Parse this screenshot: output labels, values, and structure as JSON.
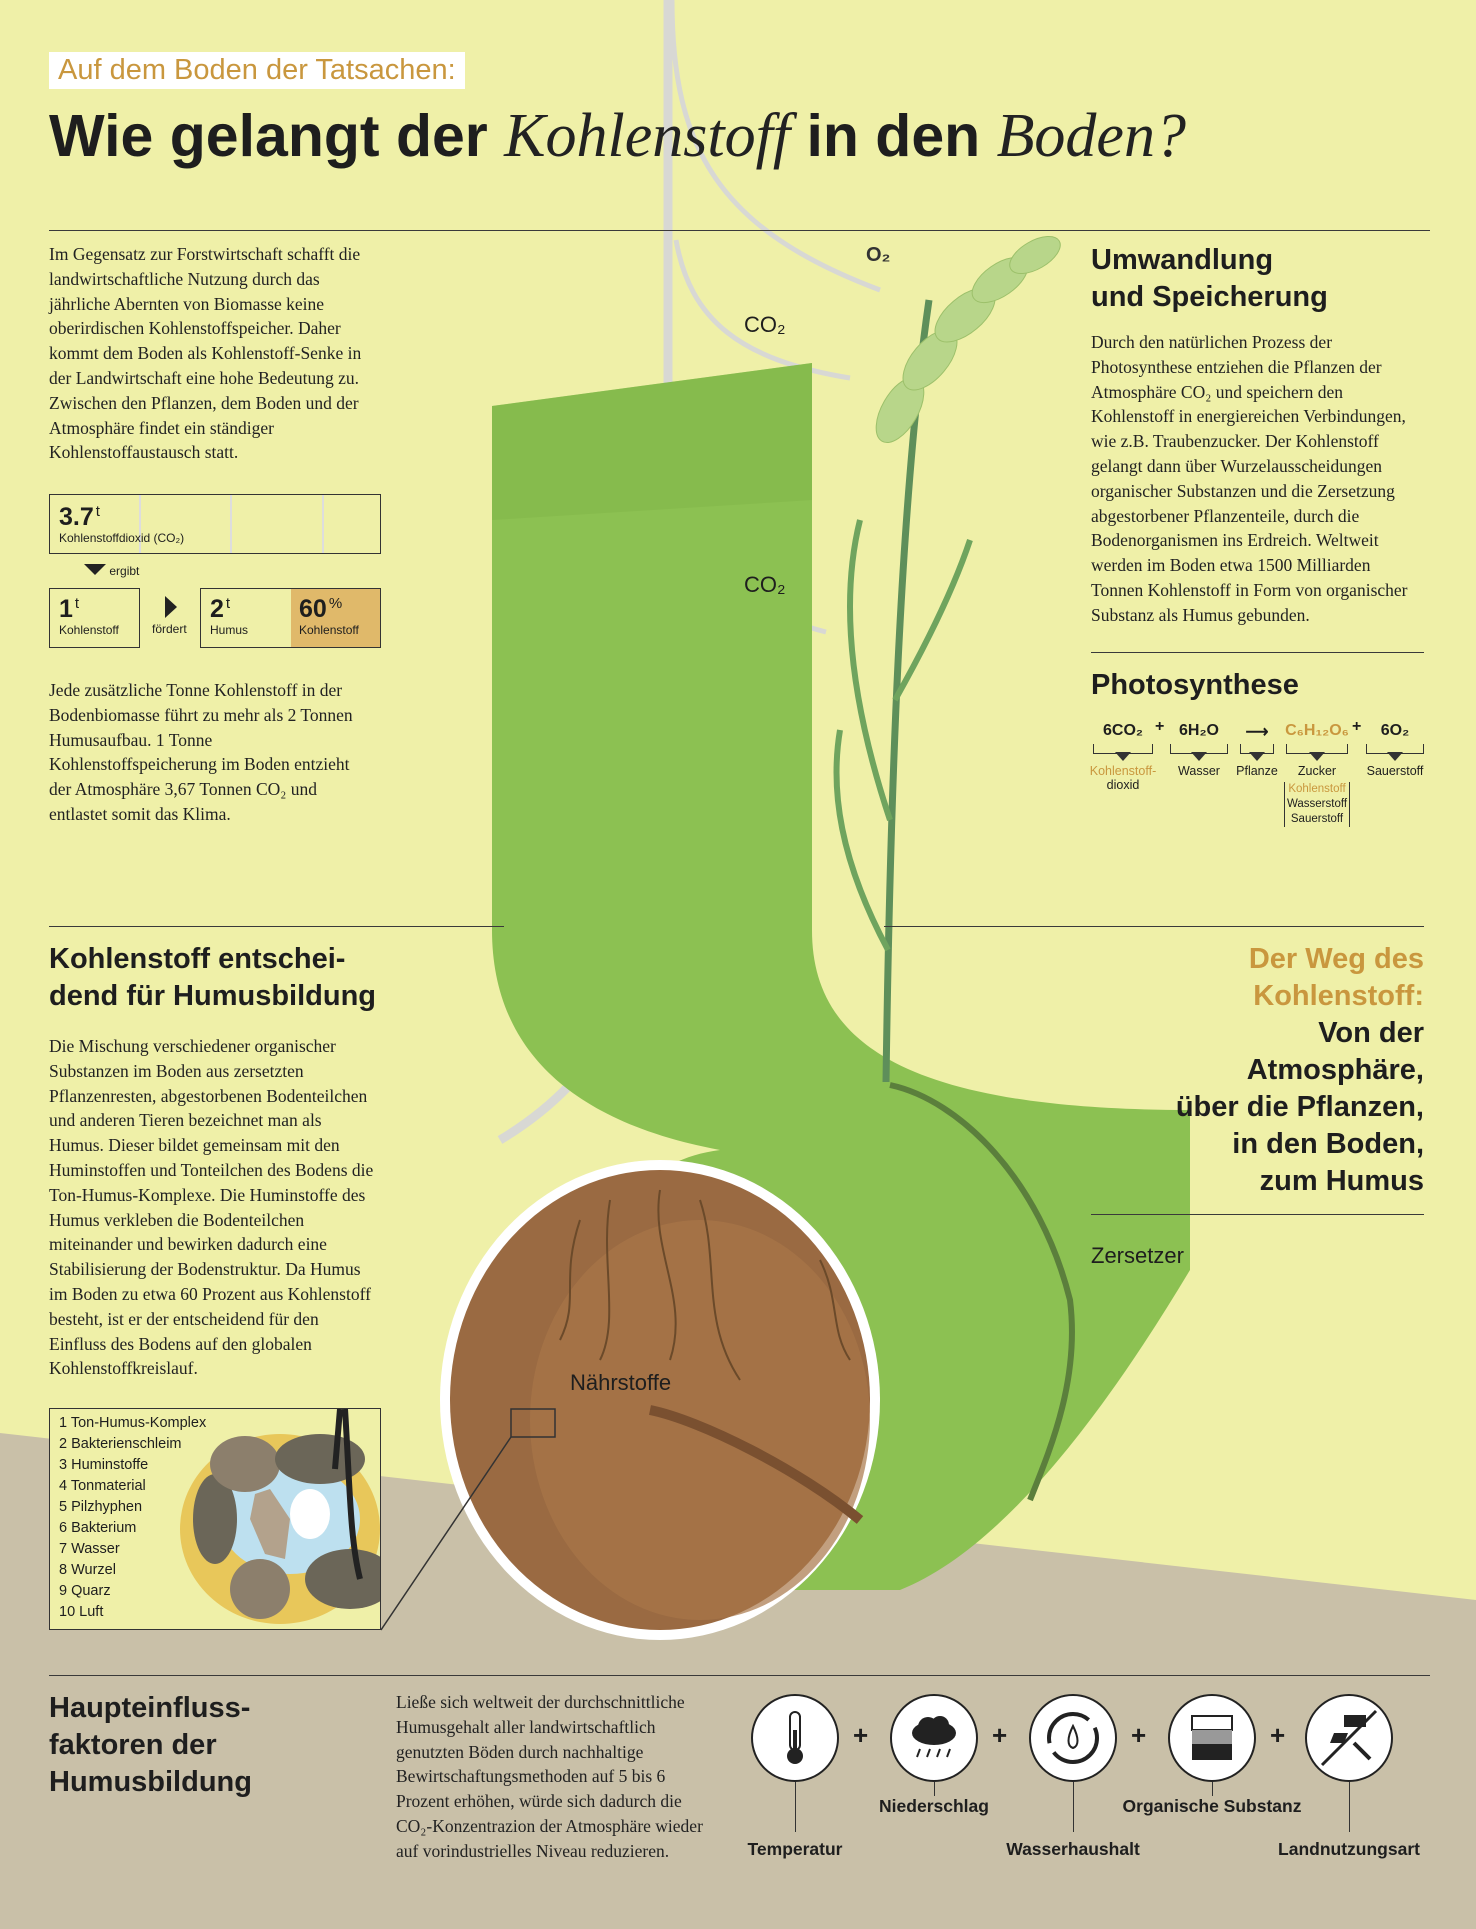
{
  "header": {
    "kicker": "Auf dem Boden der Tatsachen:",
    "title_a": "Wie gelangt der ",
    "title_b": "Kohlenstoff",
    "title_c": " in den ",
    "title_d": "Boden?"
  },
  "intro": "Im Gegensatz zur Forstwirtschaft schafft die landwirtschaftliche Nutzung durch das jährliche Abernten von Biomasse keine oberirdischen Kohlenstoffspeicher. Daher kommt dem Boden als Kohlenstoff-Senke in der Landwirtschaft eine hohe Bedeutung zu. Zwischen den Pflanzen, dem Boden und der Atmosphäre findet ein ständiger Kohlenstoffaustausch statt.",
  "stats": {
    "co2_value": "3.7",
    "co2_unit": "t",
    "co2_label": "Kohlenstoffdioxid (CO₂)",
    "ergibt": "ergibt",
    "c_value": "1",
    "c_unit": "t",
    "c_label": "Kohlenstoff",
    "foerdert": "fördert",
    "humus_value": "2",
    "humus_unit": "t",
    "humus_label": "Humus",
    "pct_value": "60",
    "pct_unit": "%",
    "pct_label": "Kohlenstoff"
  },
  "stats_text": "Jede zusätzliche Tonne Kohlenstoff in der Bodenbiomasse führt zu mehr als 2 Tonnen Humusaufbau. 1 Tonne Kohlenstoffspeicherung im Boden entzieht der Atmosphäre 3,67 Tonnen CO₂ und entlastet somit das Klima.",
  "umwandlung": {
    "title_1": "Umwandlung",
    "title_2": "und Speicherung",
    "text": "Durch den natürlichen Prozess der Photosynthese entziehen die Pflanzen der Atmosphäre CO₂ und speichern den Kohlenstoff in energiereichen Verbindungen, wie z.B. Traubenzucker. Der Kohlenstoff gelangt dann über Wurzelausscheidungen organischer Substanzen und die Zersetzung abgestorbener Pflanzenteile, durch die Bodenorganismen ins Erdreich. Weltweit werden im Boden etwa 1500 Milliarden Tonnen Kohlenstoff in Form von organischer Substanz als Humus gebunden."
  },
  "photosynthese": {
    "title": "Photosynthese",
    "terms": [
      {
        "formula": "6CO₂",
        "label_1": "Kohlenstoff-",
        "label_2": "dioxid"
      },
      {
        "formula": "6H₂O",
        "label_1": "Wasser"
      },
      {
        "formula": "⟶",
        "label_1": "Pflanze"
      },
      {
        "formula": "C₆H₁₂O₆",
        "label_1": "Zucker"
      },
      {
        "formula": "6O₂",
        "label_1": "Sauerstoff"
      }
    ],
    "plus": "+",
    "components": [
      "Kohlenstoff",
      "Wasserstoff",
      "Sauerstoff"
    ]
  },
  "illustration": {
    "o2": "O₂",
    "co2_a": "CO₂",
    "co2_b": "CO₂",
    "naehrstoffe": "Nährstoffe",
    "zersetzer": "Zersetzer"
  },
  "humus": {
    "title_1": "Kohlenstoff entschei-",
    "title_2": "dend für Humusbildung",
    "text": "Die Mischung verschiedener organischer Substanzen im Boden aus zersetzten Pflanzenresten, abgestorbenen Bodenteilchen und anderen Tieren bezeichnet man als Humus. Dieser bildet gemeinsam mit den Huminstoffen und Tonteilchen des Bodens die Ton-Humus-Komplexe. Die Huminstoffe des Humus verkleben die Bodenteilchen miteinander und bewirken dadurch eine Stabilisierung der Bodenstruktur. Da Humus im Boden zu etwa 60 Prozent aus Kohlenstoff besteht, ist er der entscheidend für den Einfluss des Bodens auf den globalen Kohlenstoffkreislauf."
  },
  "weg": {
    "line_1": "Der Weg des",
    "line_2": "Kohlenstoff:",
    "line_3": "Von der",
    "line_4": "Atmosphäre,",
    "line_5": "über die Pflanzen,",
    "line_6": "in den Boden,",
    "line_7": "zum Humus"
  },
  "legend": [
    "1  Ton-Humus-Komplex",
    "2  Bakterienschleim",
    "3  Huminstoffe",
    "4  Tonmaterial",
    "5  Pilzhyphen",
    "6  Bakterium",
    "7  Wasser",
    "8  Wurzel",
    "9  Quarz",
    "10 Luft"
  ],
  "factors": {
    "title_1": "Haupteinfluss-",
    "title_2": "faktoren der",
    "title_3": "Humusbildung",
    "text": "Ließe sich weltweit der durchschnittliche Humusgehalt aller landwirtschaftlich genutzten Böden durch nachhaltige Bewirtschaftungsmethoden auf 5 bis 6 Prozent erhöhen, würde sich dadurch die CO₂-Konzentrazion der Atmosphäre wieder auf vorindustrielles Niveau reduzieren.",
    "plus": "+",
    "items": [
      {
        "label": "Temperatur",
        "icon": "thermometer-icon"
      },
      {
        "label": "Niederschlag",
        "icon": "rain-cloud-icon"
      },
      {
        "label": "Wasserhaushalt",
        "icon": "water-cycle-icon"
      },
      {
        "label": "Organische Substanz",
        "icon": "soil-layers-icon"
      },
      {
        "label": "Landnutzungsart",
        "icon": "tractor-tools-icon"
      }
    ]
  },
  "colors": {
    "background": "#eff0a8",
    "green": "#8cc152",
    "soil": "#9a6a42",
    "ochre": "#c9973e",
    "ground": "#c9c0a8"
  }
}
